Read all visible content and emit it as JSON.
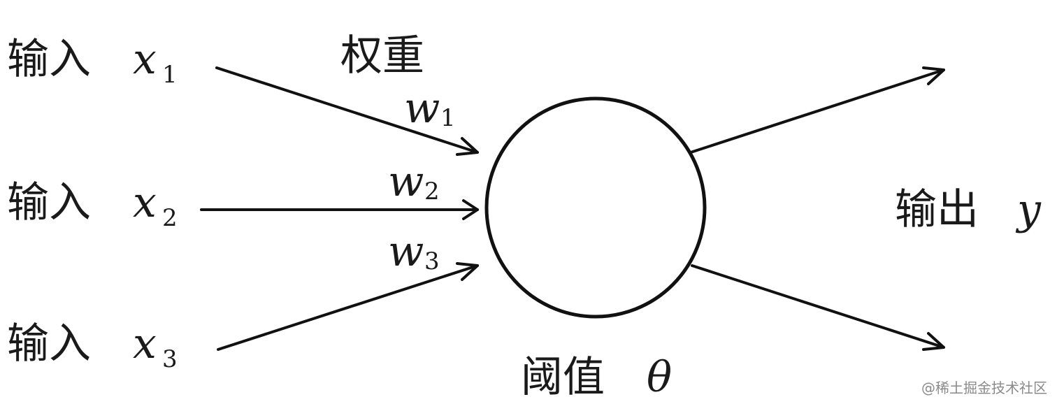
{
  "inputs": [
    {
      "label": "输入",
      "var": "x",
      "sub": "1"
    },
    {
      "label": "输入",
      "var": "x",
      "sub": "2"
    },
    {
      "label": "输入",
      "var": "x",
      "sub": "3"
    }
  ],
  "weights": {
    "title": "权重",
    "items": [
      {
        "var": "w",
        "sub": "1"
      },
      {
        "var": "w",
        "sub": "2"
      },
      {
        "var": "w",
        "sub": "3"
      }
    ]
  },
  "threshold": {
    "label": "阈值",
    "var": "θ"
  },
  "output": {
    "label": "输出",
    "var": "y"
  },
  "watermark": "@稀土掘金技术社区"
}
